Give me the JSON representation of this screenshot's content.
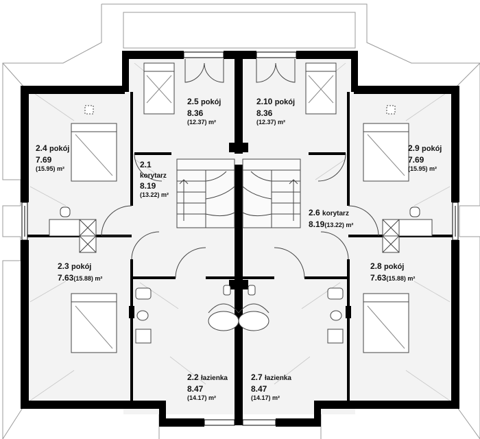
{
  "plan": {
    "floor_color": "#f3f3f3",
    "wall_color": "#000000",
    "line_color": "#555555",
    "roof_line_color": "#9a9a9a"
  },
  "rooms": {
    "r2_5": {
      "number": "2.5",
      "name": "pokój",
      "area": "8.36",
      "gross": "(12.37) m²"
    },
    "r2_10": {
      "number": "2.10",
      "name": "pokój",
      "area": "8.36",
      "gross": "(12.37) m²"
    },
    "r2_4": {
      "number": "2.4",
      "name": "pokój",
      "area": "7.69",
      "gross": "(15.95) m²"
    },
    "r2_9": {
      "number": "2.9",
      "name": "pokój",
      "area": "7.69",
      "gross": "(15.95) m²"
    },
    "r2_1": {
      "number": "2.1",
      "name": "korytarz",
      "area": "8.19",
      "gross": "(13.22) m²"
    },
    "r2_6": {
      "number": "2.6",
      "name": "korytarz",
      "area": "8.19",
      "gross": "(13.22) m²"
    },
    "r2_3": {
      "number": "2.3",
      "name": "pokój",
      "area": "7.63",
      "gross": "(15.88) m²"
    },
    "r2_8": {
      "number": "2.8",
      "name": "pokój",
      "area": "7.63",
      "gross": "(15.88) m²"
    },
    "r2_2": {
      "number": "2.2",
      "name": "łazienka",
      "area": "8.47",
      "gross": "(14.17) m²"
    },
    "r2_7": {
      "number": "2.7",
      "name": "łazienka",
      "area": "8.47",
      "gross": "(14.17) m²"
    }
  }
}
